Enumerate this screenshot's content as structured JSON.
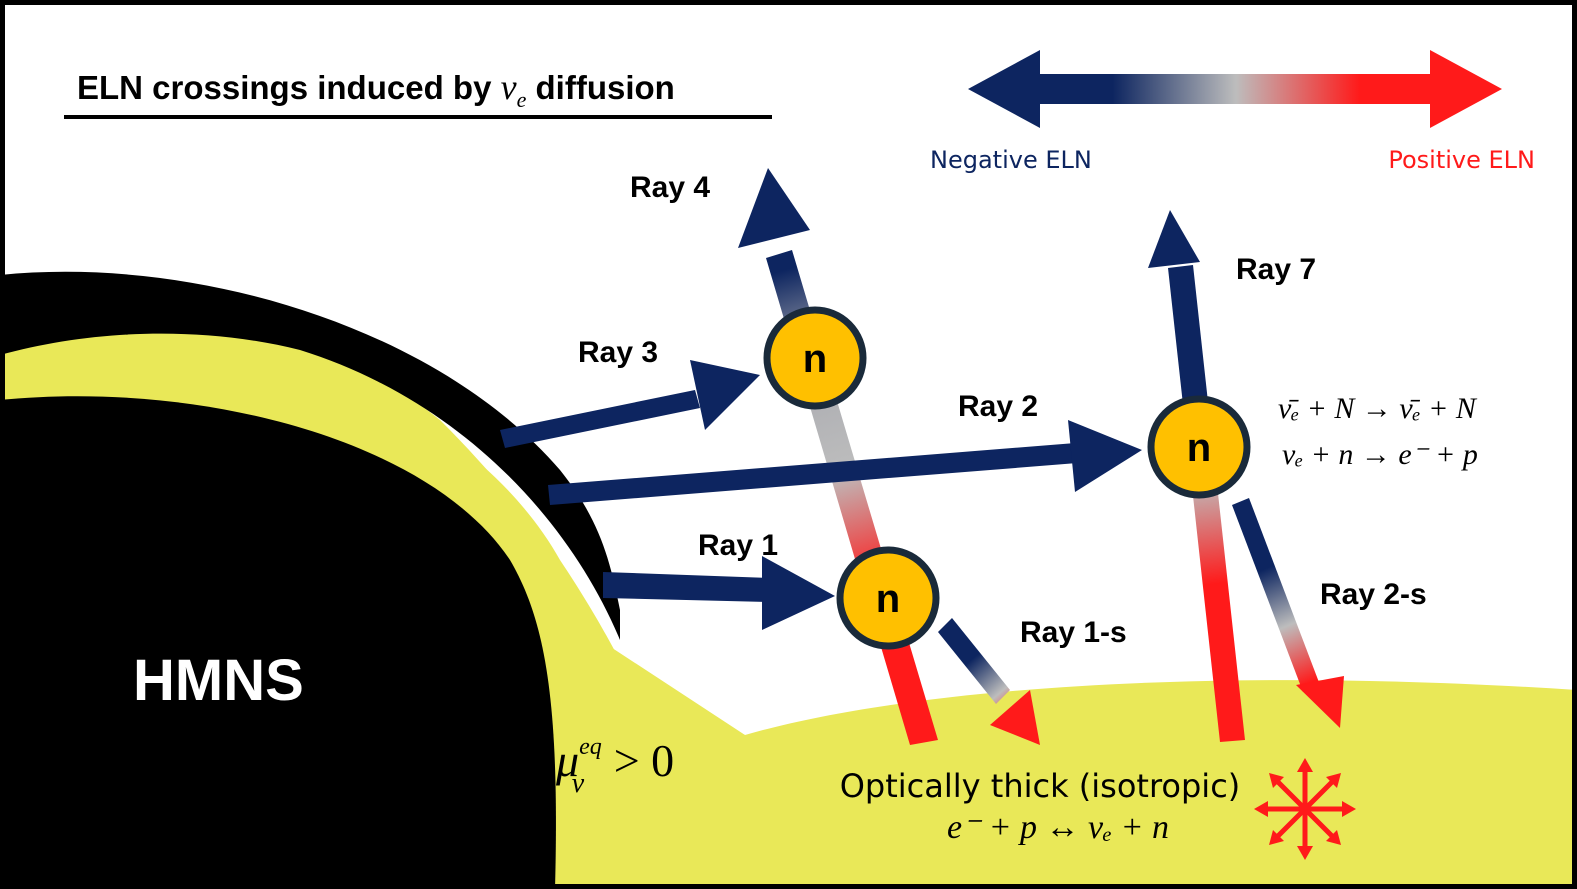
{
  "title": {
    "prefix": "ELN crossings induced by ",
    "nu": "ν",
    "sub": "e",
    "suffix": " diffusion"
  },
  "legend": {
    "negative": "Negative ELN",
    "positive": "Positive ELN",
    "negative_color": "#0d2560",
    "neutral_color": "#bdbdbd",
    "positive_color": "#ff1a1a"
  },
  "rays": {
    "ray1": "Ray 1",
    "ray2": "Ray 2",
    "ray3": "Ray 3",
    "ray4": "Ray 4",
    "ray7": "Ray 7",
    "ray1s": "Ray 1-s",
    "ray2s": "Ray 2-s"
  },
  "neutron_label": "n",
  "star_label": "HMNS",
  "mu_eq": {
    "mu": "μ",
    "sup": "eq",
    "sub": "ν",
    "rest": " > 0"
  },
  "thick": {
    "title": "Optically thick (isotropic)",
    "reaction": "e⁻ + p ↔ νₑ + n"
  },
  "reactions": {
    "line1": "ν̄ₑ + N → ν̄ₑ + N",
    "line2": "νₑ + n → e⁻ + p"
  },
  "colors": {
    "yellow": "#e9e858",
    "black": "#000000",
    "neutron_fill": "#ffc000",
    "neutron_stroke": "#1a2a3a"
  }
}
